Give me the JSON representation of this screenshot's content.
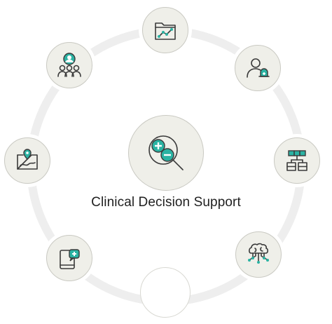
{
  "diagram": {
    "center_label": "Clinical Decision Support",
    "center_icon": "plus-minus-magnifier-icon",
    "nodes": [
      {
        "position": "top",
        "icon": "folder-chart-icon"
      },
      {
        "position": "upper-right",
        "icon": "user-alert-icon"
      },
      {
        "position": "right",
        "icon": "hierarchy-table-icon"
      },
      {
        "position": "lower-right",
        "icon": "brain-network-icon"
      },
      {
        "position": "bottom",
        "icon": "empty"
      },
      {
        "position": "lower-left",
        "icon": "tablet-medical-icon"
      },
      {
        "position": "left",
        "icon": "map-pin-icon"
      },
      {
        "position": "upper-left",
        "icon": "patient-group-icon"
      }
    ],
    "colors": {
      "accent": "#2bb3a3",
      "ring": "#eeeeee",
      "node_fill": "#efefe9",
      "node_border": "#c9c9c2",
      "text": "#1f1f1f"
    }
  }
}
